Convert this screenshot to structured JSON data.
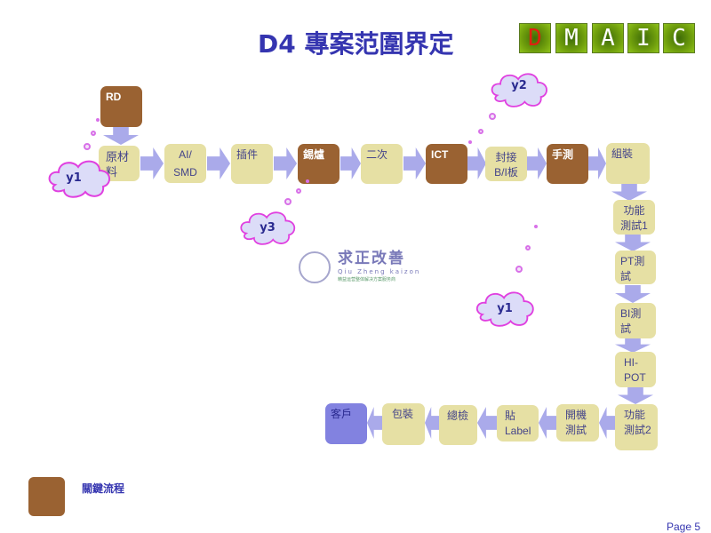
{
  "title": "D4 專案范圍界定",
  "dmaic": [
    "D",
    "M",
    "A",
    "I",
    "C"
  ],
  "colors": {
    "key": "#9a6232",
    "normal": "#e6e0a4",
    "customer": "#8282e0",
    "arrow": "#aaaaea",
    "title": "#3535b0",
    "active_dmaic": "#e02010"
  },
  "nodes": {
    "rd": "RD",
    "raw": "原材料",
    "aismd1": "AI/",
    "aismd2": "SMD",
    "insert": "插件",
    "solder": "錫爐",
    "second": "二次",
    "ict": "ICT",
    "seal1": "封接",
    "seal2": "B/I板",
    "handtest": "手測",
    "assembly": "組裝",
    "func1": "功能測試1",
    "pt": "PT測試",
    "bi": "BI測試",
    "hipot": "HI-POT",
    "func2": "功能測試2",
    "boot": "開機測試",
    "label1": "貼",
    "label2": "Label",
    "inspect": "總檢",
    "pack": "包裝",
    "customer": "客戶"
  },
  "clouds": [
    "y1",
    "y3",
    "y2",
    "y1"
  ],
  "legend": {
    "label": "關鍵流程"
  },
  "watermark": {
    "name": "求正改善",
    "pinyin": "Qiu Zheng kaizon",
    "tagline": "精益运营整体解决方案服务商"
  },
  "page": "Page 5"
}
